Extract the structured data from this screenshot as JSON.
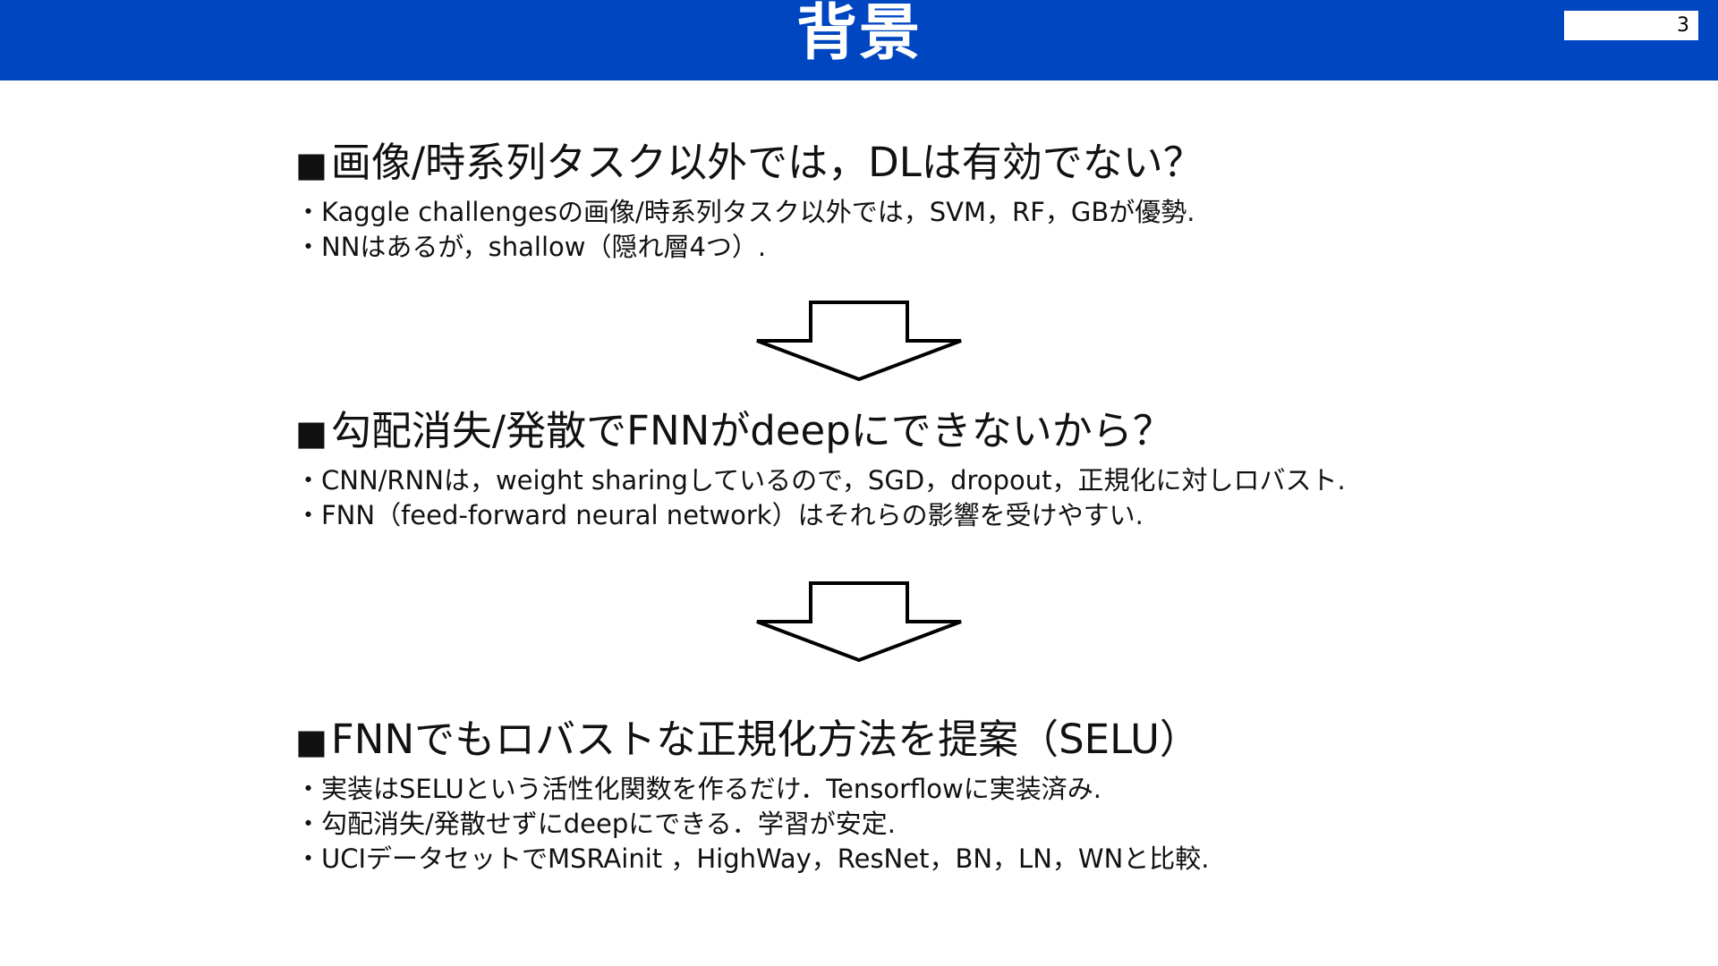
{
  "slide": {
    "title": "背景",
    "page_number": "3"
  },
  "sections": [
    {
      "marker": "■",
      "heading": "画像/時系列タスク以外では，DLは有効でない？",
      "bullets": [
        "・Kaggle challengesの画像/時系列タスク以外では，SVM，RF，GBが優勢.",
        "・NNはあるが，shallow（隠れ層4つ）."
      ]
    },
    {
      "marker": "■",
      "heading": "勾配消失/発散でFNNがdeepにできないから？",
      "bullets": [
        "・CNN/RNNは，weight sharingしているので，SGD，dropout，正規化に対しロバスト.",
        "・FNN（feed-forward neural network）はそれらの影響を受けやすい."
      ]
    },
    {
      "marker": "■",
      "heading": "FNNでもロバストな正規化方法を提案（SELU）",
      "bullets": [
        "・実装はSELUという活性化関数を作るだけ．Tensorflowに実装済み.",
        "・勾配消失/発散せずにdeepにできる．学習が安定.",
        "・UCIデータセットでMSRAinit ，HighWay，ResNet，BN，LN，WNと比較."
      ]
    }
  ],
  "colors": {
    "header_background": "#0046c0",
    "title_text": "#ffffff",
    "body_text": "#111111",
    "arrow_stroke": "#000000"
  },
  "icons": {
    "arrow_1": "down-arrow-icon",
    "arrow_2": "down-arrow-icon"
  }
}
